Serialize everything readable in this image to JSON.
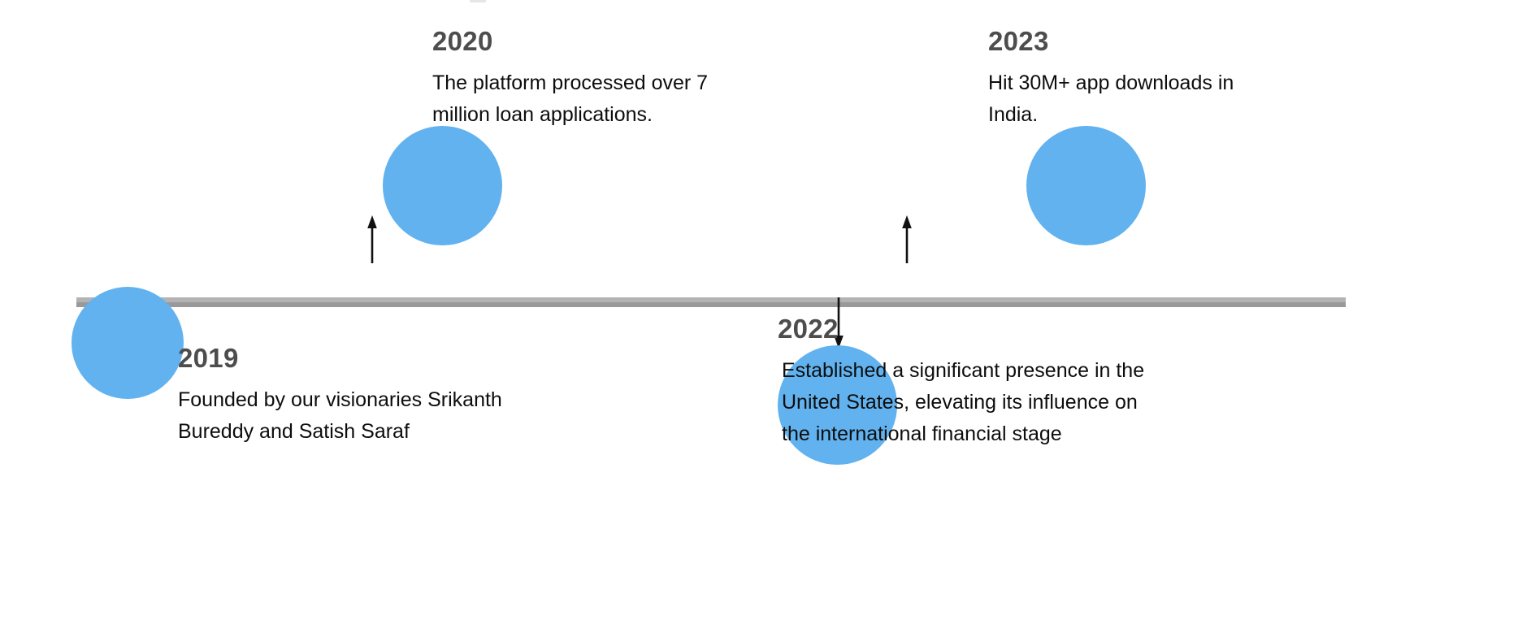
{
  "diagram": {
    "title": "Company milestones timeline",
    "axis": {
      "label": "timeline-axis",
      "color_top": "#b3b3b3",
      "color_bottom": "#999999"
    },
    "accent_color": "#61b2ef",
    "year_color": "#4d4d4d",
    "body_color": "#0d0d0d",
    "milestones": [
      {
        "id": "2019",
        "year": "2019",
        "description": "Founded by our visionaries Srikanth Bureddy and Satish Saraf",
        "position": "below",
        "marker": "circle",
        "arrow": "arrow-down-icon"
      },
      {
        "id": "2020",
        "year": "2020",
        "description": "The platform processed over 7 million loan applications.",
        "position": "above",
        "marker": "circle",
        "arrow": "arrow-up-icon"
      },
      {
        "id": "2022",
        "year": "2022",
        "description": "Established a significant presence in the United States, elevating its influence on the international financial stage",
        "position": "below",
        "marker": "circle",
        "arrow": "arrow-down-icon"
      },
      {
        "id": "2023",
        "year": "2023",
        "description": "Hit 30M+ app downloads in India.",
        "position": "above",
        "marker": "circle",
        "arrow": "arrow-up-icon"
      }
    ]
  }
}
